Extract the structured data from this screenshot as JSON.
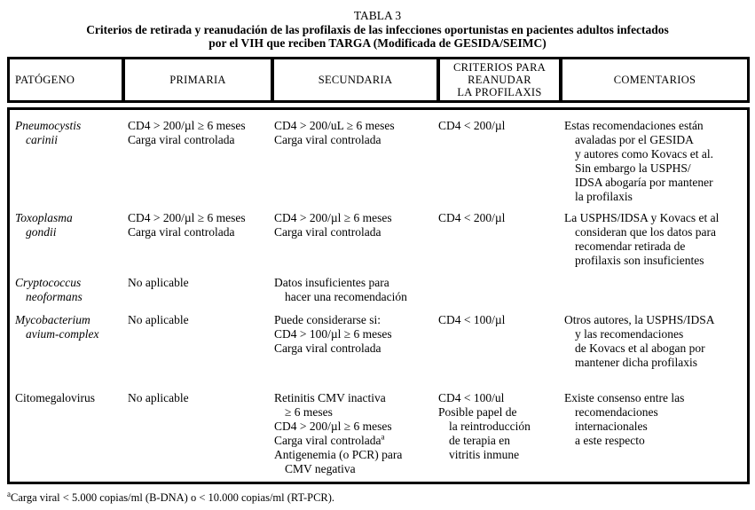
{
  "title": {
    "caption": "TABLA 3",
    "line1": "Criterios de retirada y reanudación de las profilaxis de las infecciones oportunistas en pacientes adultos infectados",
    "line2": "por el VIH que reciben TARGA (Modificada de GESIDA/SEIMC)"
  },
  "columns": [
    "PATÓGENO",
    "PRIMARIA",
    "SECUNDARIA",
    "CRITERIOS PARA\nREANUDAR\nLA PROFILAXIS",
    "COMENTARIOS"
  ],
  "rows": [
    {
      "pathogen_italic": true,
      "pathogen": [
        {
          "t": "Pneumocystis"
        },
        {
          "t": "carinii",
          "indent": true
        }
      ],
      "primaria": [
        {
          "t": "CD4 > 200/µl ≥ 6 meses"
        },
        {
          "t": "Carga viral controlada"
        }
      ],
      "secundaria": [
        {
          "t": "CD4 > 200/uL ≥ 6 meses"
        },
        {
          "t": "Carga viral controlada"
        }
      ],
      "reanudar": [
        {
          "t": "CD4 < 200/µl"
        }
      ],
      "comentarios": [
        {
          "t": "Estas recomendaciones están"
        },
        {
          "t": "avaladas por el GESIDA",
          "indent": true
        },
        {
          "t": "y autores como Kovacs et al.",
          "indent": true
        },
        {
          "t": "Sin embargo la USPHS/",
          "indent": true
        },
        {
          "t": "IDSA abogaría por mantener",
          "indent": true
        },
        {
          "t": "la profilaxis",
          "indent": true
        }
      ]
    },
    {
      "pathogen_italic": true,
      "pathogen": [
        {
          "t": "Toxoplasma"
        },
        {
          "t": "gondii",
          "indent": true
        }
      ],
      "primaria": [
        {
          "t": "CD4 > 200/µl ≥ 6 meses"
        },
        {
          "t": "Carga viral controlada"
        }
      ],
      "secundaria": [
        {
          "t": "CD4 > 200/µl ≥ 6 meses"
        },
        {
          "t": "Carga viral controlada"
        }
      ],
      "reanudar": [
        {
          "t": "CD4 < 200/µl"
        }
      ],
      "comentarios": [
        {
          "t": "La USPHS/IDSA y Kovacs et al"
        },
        {
          "t": "consideran que los datos para",
          "indent": true
        },
        {
          "t": "recomendar retirada de",
          "indent": true
        },
        {
          "t": "profilaxis son insuficientes",
          "indent": true
        }
      ]
    },
    {
      "pathogen_italic": true,
      "pathogen": [
        {
          "t": "Cryptococcus"
        },
        {
          "t": "neoformans",
          "indent": true
        }
      ],
      "primaria": [
        {
          "t": "No aplicable"
        }
      ],
      "secundaria": [
        {
          "t": "Datos insuficientes para"
        },
        {
          "t": "hacer una recomendación",
          "indent": true
        }
      ],
      "reanudar": [],
      "comentarios": []
    },
    {
      "pathogen_italic": true,
      "pathogen": [
        {
          "t": "Mycobacterium"
        },
        {
          "t": "avium-complex",
          "indent": true
        }
      ],
      "primaria": [
        {
          "t": "No aplicable"
        }
      ],
      "secundaria": [
        {
          "t": "Puede considerarse si:"
        },
        {
          "t": "CD4 > 100/µl ≥ 6 meses"
        },
        {
          "t": "Carga viral controlada"
        }
      ],
      "reanudar": [
        {
          "t": "CD4 < 100/µl"
        }
      ],
      "comentarios": [
        {
          "t": "Otros autores, la USPHS/IDSA"
        },
        {
          "t": "y las recomendaciones",
          "indent": true
        },
        {
          "t": "de Kovacs et al abogan por",
          "indent": true
        },
        {
          "t": "mantener dicha profilaxis",
          "indent": true
        }
      ]
    },
    {
      "pathogen_italic": false,
      "pathogen": [
        {
          "t": "Citomegalovirus"
        }
      ],
      "primaria": [
        {
          "t": "No aplicable"
        }
      ],
      "secundaria": [
        {
          "t": "Retinitis CMV inactiva"
        },
        {
          "t": "≥ 6 meses",
          "indent": true
        },
        {
          "t": "CD4 > 200/µl ≥ 6 meses"
        },
        {
          "t": "Carga viral controlada",
          "sup": "a"
        },
        {
          "t": "Antigenemia (o PCR) para"
        },
        {
          "t": "CMV negativa",
          "indent": true
        }
      ],
      "reanudar": [
        {
          "t": "CD4 < 100/ul"
        },
        {
          "t": "Posible papel de"
        },
        {
          "t": "la reintroducción",
          "indent": true
        },
        {
          "t": "de terapia en",
          "indent": true
        },
        {
          "t": "vitritis inmune",
          "indent": true
        }
      ],
      "comentarios": [
        {
          "t": "Existe consenso entre las"
        },
        {
          "t": "recomendaciones",
          "indent": true
        },
        {
          "t": "internacionales",
          "indent": true
        },
        {
          "t": "a este respecto",
          "indent": true
        }
      ]
    }
  ],
  "footnote": {
    "sup": "a",
    "text": "Carga viral < 5.000 copias/ml (B-DNA) o < 10.000 copias/ml (RT-PCR)."
  }
}
